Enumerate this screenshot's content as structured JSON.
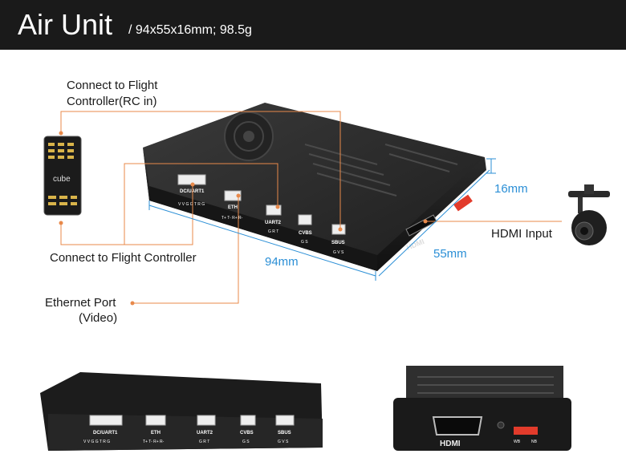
{
  "header": {
    "title": "Air Unit",
    "subtitle": "/ 94x55x16mm; 98.5g"
  },
  "callouts": {
    "rc_in": [
      "Connect to Flight",
      "Controller(RC in)"
    ],
    "flight_controller": "Connect to Flight Controller",
    "ethernet": [
      "Ethernet Port",
      "(Video)"
    ],
    "hdmi_input": "HDMI Input"
  },
  "dimensions": {
    "width": "94mm",
    "depth": "55mm",
    "height": "16mm"
  },
  "device_markings": {
    "brand_on_fc": "cube",
    "ports_top": [
      {
        "name": "DC/UART1",
        "pins": "V V G G T R G"
      },
      {
        "name": "ETH",
        "pins": "T+ T- R+ R-"
      },
      {
        "name": "UART2",
        "pins": "G R T"
      },
      {
        "name": "CVBS",
        "pins": "G S"
      },
      {
        "name": "SBUS",
        "pins": "G V S"
      }
    ],
    "ports_bottom": [
      {
        "name": "DC/UART1",
        "pins": "V V G G T R G"
      },
      {
        "name": "ETH",
        "pins": "T+ T- R+ R-"
      },
      {
        "name": "UART2",
        "pins": "G R T"
      },
      {
        "name": "CVBS",
        "pins": "G S"
      },
      {
        "name": "SBUS",
        "pins": "G V S"
      }
    ],
    "hdmi_logo": "HDMI",
    "switch_labels": [
      "WB",
      "NB"
    ]
  },
  "colors": {
    "callout_line": "#e8894a",
    "dimension_line": "#2b8fd6",
    "header_bg": "#1a1a1a",
    "switch_red": "#e23b2b"
  }
}
